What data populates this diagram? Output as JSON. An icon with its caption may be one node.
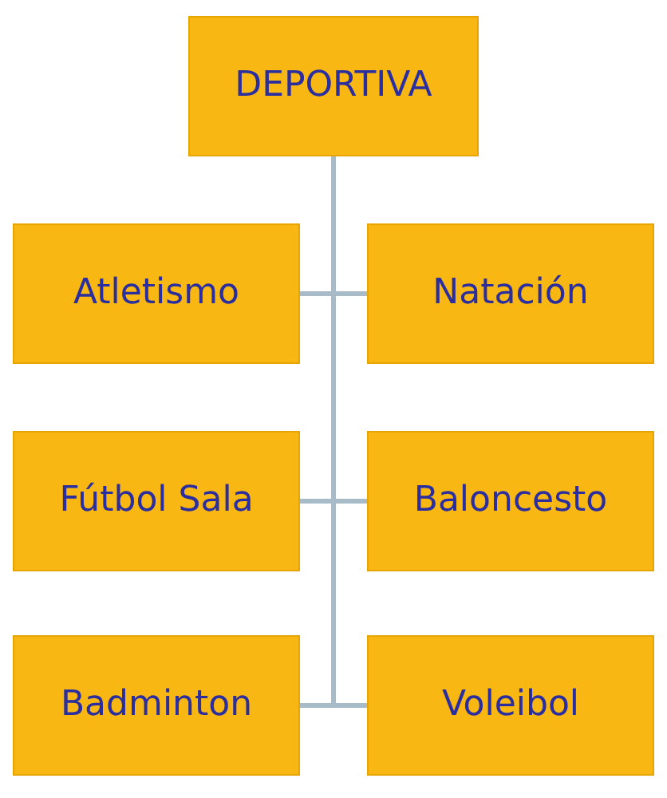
{
  "diagram": {
    "nodes": [
      {
        "text": [
          "DEPORTIVA"
        ]
      },
      {
        "text": [
          "Atletismo"
        ]
      },
      {
        "text": [
          "Natación"
        ]
      },
      {
        "text": [
          "Fútbol Sala"
        ]
      },
      {
        "text": [
          "Baloncesto"
        ]
      },
      {
        "text": [
          "Badminton"
        ]
      },
      {
        "text": [
          "Voleibol"
        ]
      }
    ],
    "edges": [
      {
        "from": 0,
        "to": 1,
        "arrow": "none"
      },
      {
        "from": 0,
        "to": 2,
        "arrow": "none"
      },
      {
        "from": 0,
        "to": 3,
        "arrow": "none"
      },
      {
        "from": 0,
        "to": 4,
        "arrow": "none"
      },
      {
        "from": 0,
        "to": 5,
        "arrow": "none"
      },
      {
        "from": 0,
        "to": 6,
        "arrow": "none"
      }
    ]
  }
}
